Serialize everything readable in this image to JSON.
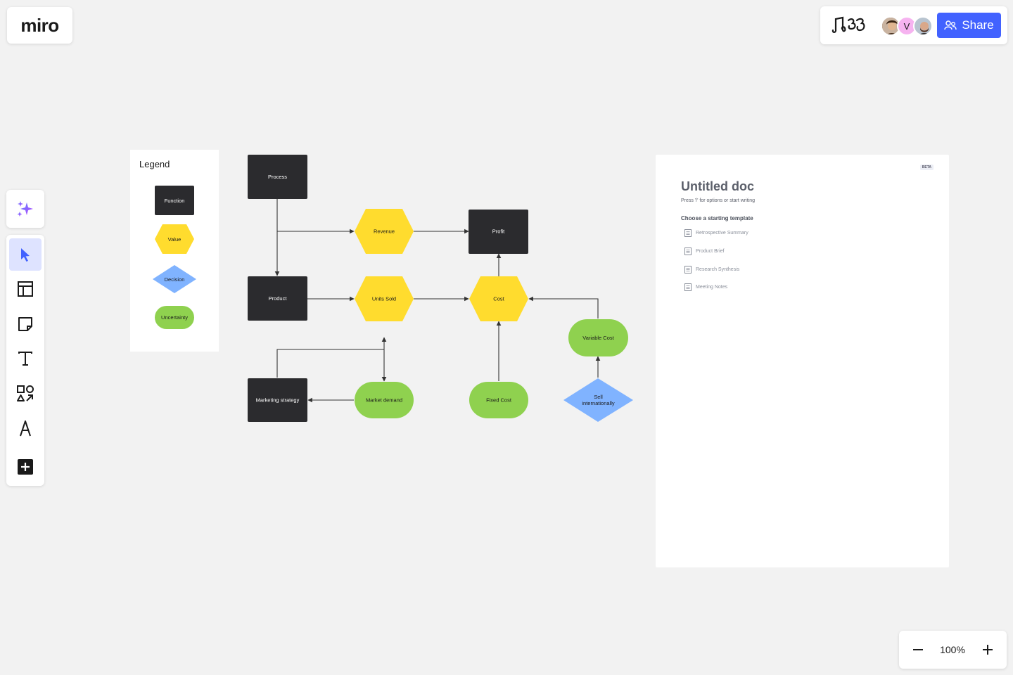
{
  "app": {
    "logo_text": "miro"
  },
  "header": {
    "board_icon": "board-scribble-icon",
    "avatars": [
      {
        "name": "avatar-user-1",
        "kind": "photo"
      },
      {
        "name": "avatar-user-v",
        "kind": "initial",
        "initial": "V",
        "color": "#f6b3f0"
      },
      {
        "name": "avatar-user-3",
        "kind": "photo"
      }
    ],
    "share_label": "Share",
    "share_color": "#4262ff"
  },
  "toolbar": {
    "ai_icon": "sparkle-icon",
    "tools": [
      {
        "name": "select-tool",
        "icon": "cursor-icon",
        "active": true
      },
      {
        "name": "templates-tool",
        "icon": "layout-icon"
      },
      {
        "name": "sticky-note-tool",
        "icon": "sticky-note-icon"
      },
      {
        "name": "text-tool",
        "icon": "text-icon"
      },
      {
        "name": "shapes-tool",
        "icon": "shapes-icon"
      },
      {
        "name": "pen-tool",
        "icon": "pen-icon"
      },
      {
        "name": "more-tools",
        "icon": "plus-square-icon"
      }
    ]
  },
  "zoom": {
    "value": "100%"
  },
  "legend": {
    "title": "Legend",
    "items": [
      {
        "shape": "rect",
        "label": "Function"
      },
      {
        "shape": "hexagon",
        "label": "Value"
      },
      {
        "shape": "diamond",
        "label": "Decision"
      },
      {
        "shape": "pill",
        "label": "Uncertainty"
      }
    ]
  },
  "diagram": {
    "colors": {
      "function": "#2b2b2e",
      "value": "#ffdc2e",
      "decision": "#80b3ff",
      "uncertainty": "#8fd14f",
      "edge": "#333333"
    },
    "nodes": {
      "process": "Process",
      "revenue": "Revenue",
      "profit": "Profit",
      "product": "Product",
      "units_sold": "Units Sold",
      "cost": "Cost",
      "variable_cost": "Variable Cost",
      "marketing_strategy": "Marketing strategy",
      "market_demand": "Market demand",
      "fixed_cost": "Fixed Cost",
      "sell_internationally_1": "Sell",
      "sell_internationally_2": "internationally"
    }
  },
  "doc": {
    "badge": "BETA",
    "title": "Untitled doc",
    "hint": "Press '/' for options or start writing",
    "choose_label": "Choose a starting template",
    "templates": [
      "Retrospective Summary",
      "Product Brief",
      "Research Synthesis",
      "Meeting Notes"
    ]
  }
}
